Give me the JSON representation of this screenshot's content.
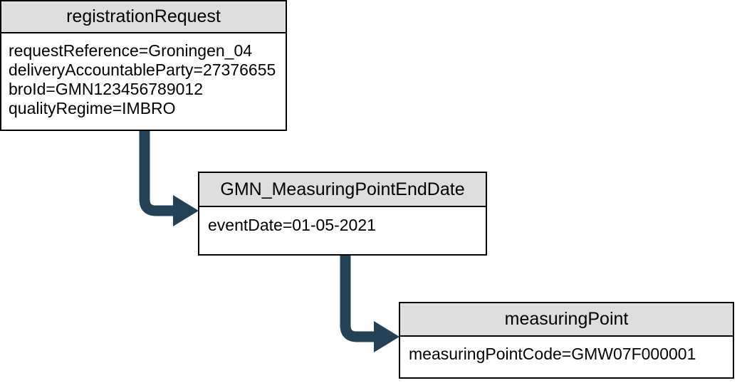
{
  "diagram": {
    "title": "GMN MeasuringPointEndDate registration request object diagram",
    "type": "uml-object-diagram",
    "colors": {
      "connector": "#234257",
      "header_fill": "#dedede",
      "body_fill": "#ffffff",
      "border": "#000000"
    },
    "nodes": [
      {
        "id": "registrationRequest",
        "header": "registrationRequest",
        "attributes": [
          "requestReference=Groningen_04",
          "deliveryAccountableParty=27376655",
          "broId=GMN123456789012",
          "qualityRegime=IMBRO"
        ]
      },
      {
        "id": "GMN_MeasuringPointEndDate",
        "header": "GMN_MeasuringPointEndDate",
        "attributes": [
          "eventDate=01-05-2021"
        ]
      },
      {
        "id": "measuringPoint",
        "header": "measuringPoint",
        "attributes": [
          "measuringPointCode=GMW07F000001"
        ]
      }
    ],
    "connectors": [
      {
        "id": "conn-registration-to-enddate",
        "from": "registrationRequest",
        "to": "GMN_MeasuringPointEndDate",
        "style": "elbow-arrow"
      },
      {
        "id": "conn-enddate-to-measuringpoint",
        "from": "GMN_MeasuringPointEndDate",
        "to": "measuringPoint",
        "style": "elbow-arrow"
      }
    ]
  }
}
